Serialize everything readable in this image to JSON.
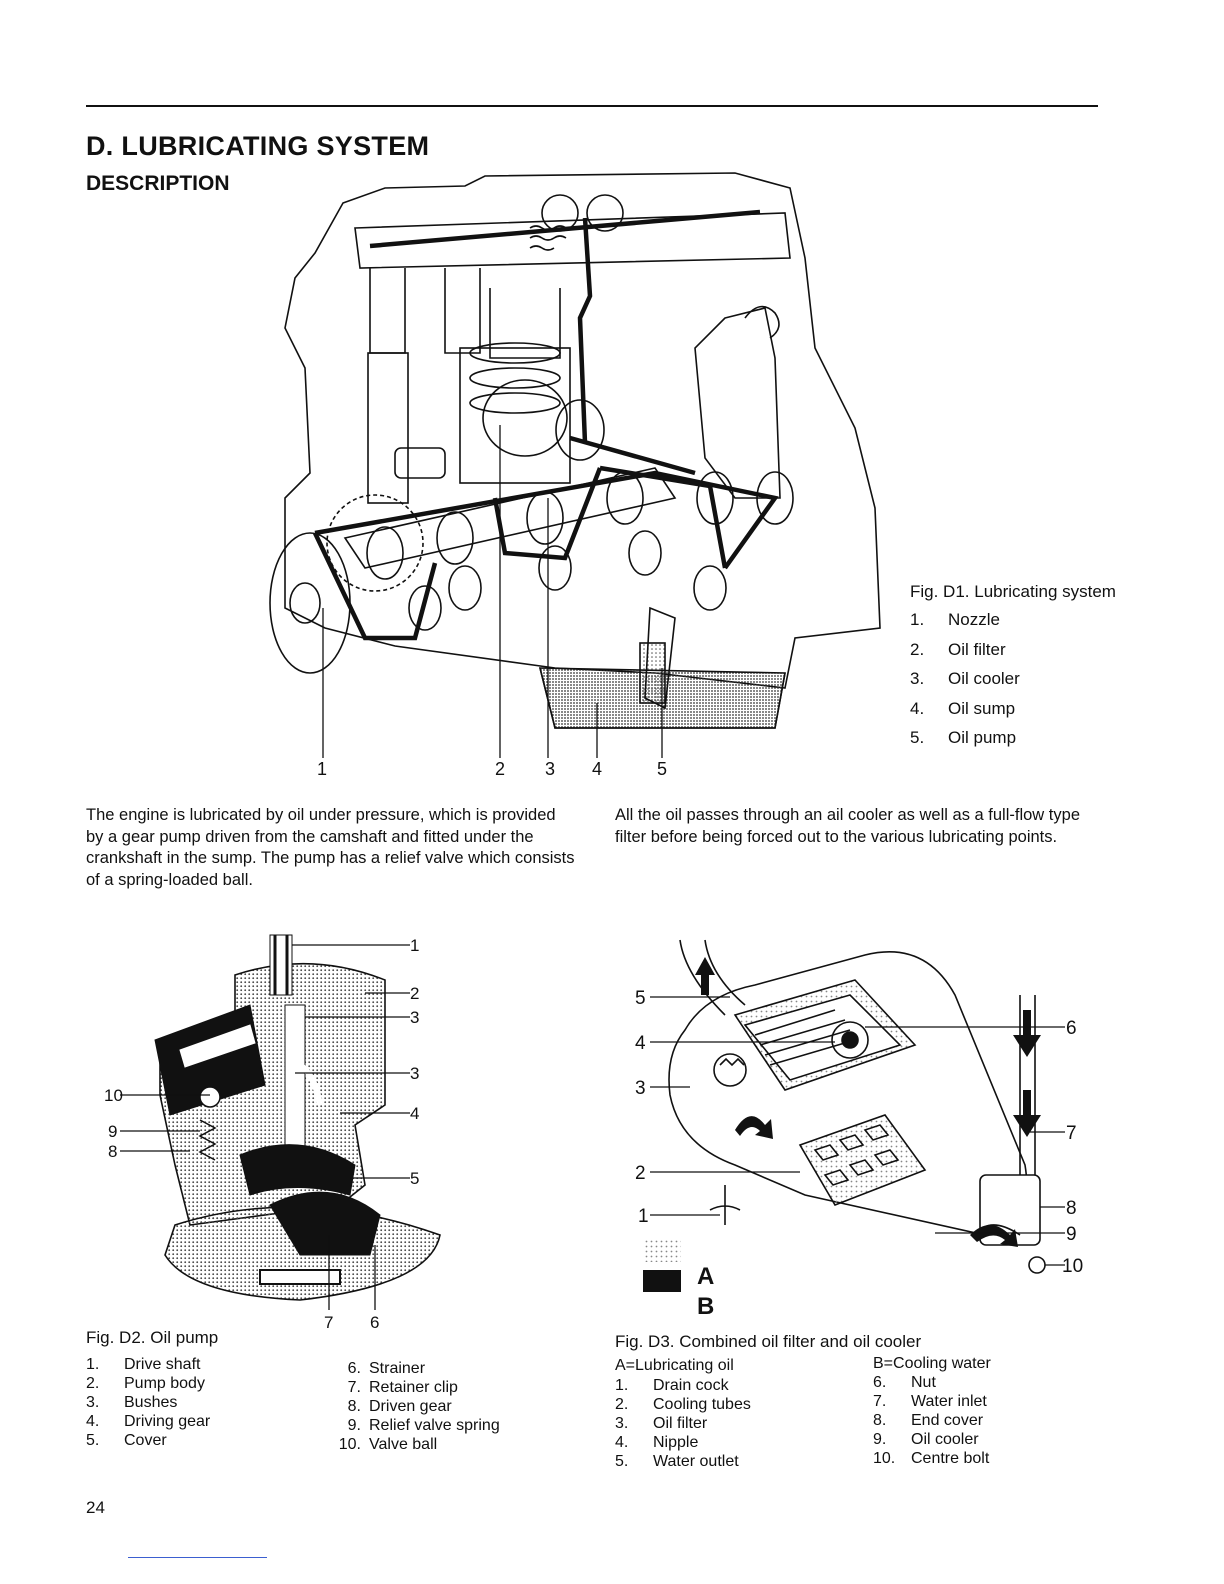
{
  "header": {
    "title": "D. LUBRICATING SYSTEM",
    "subtitle": "DESCRIPTION"
  },
  "fig_d1": {
    "caption": "Fig. D1. Lubricating system",
    "legend": [
      {
        "n": "1.",
        "text": "Nozzle"
      },
      {
        "n": "2.",
        "text": "Oil filter"
      },
      {
        "n": "3.",
        "text": "Oil cooler"
      },
      {
        "n": "4.",
        "text": "Oil sump"
      },
      {
        "n": "5.",
        "text": "Oil pump"
      }
    ],
    "callouts": [
      "1",
      "2",
      "3",
      "4",
      "5"
    ]
  },
  "body": {
    "para_left": "The engine is lubricated by oil under pressure, which is provided by a gear pump driven from the camshaft and fitted under the crankshaft in the sump. The pump has a relief valve which consists of a spring-loaded ball.",
    "para_right": "All the oil passes through an ail cooler as well as a full-flow type filter before being forced out to the various lubricating points."
  },
  "fig_d2": {
    "caption": "Fig. D2. Oil pump",
    "legend_left": [
      {
        "n": "1.",
        "text": "Drive shaft"
      },
      {
        "n": "2.",
        "text": "Pump body"
      },
      {
        "n": "3.",
        "text": "Bushes"
      },
      {
        "n": "4.",
        "text": "Driving gear"
      },
      {
        "n": "5.",
        "text": "Cover"
      }
    ],
    "legend_right": [
      {
        "n": "6.",
        "text": "Strainer"
      },
      {
        "n": "7.",
        "text": "Retainer clip"
      },
      {
        "n": "8.",
        "text": "Driven gear"
      },
      {
        "n": "9.",
        "text": "Relief valve spring"
      },
      {
        "n": "10.",
        "text": "Valve ball"
      }
    ],
    "callouts": [
      "1",
      "2",
      "3",
      "3",
      "4",
      "5",
      "10",
      "9",
      "8",
      "7",
      "6"
    ]
  },
  "fig_d3": {
    "caption": "Fig. D3. Combined oil filter and oil cooler",
    "key_a": "A=Lubricating oil",
    "key_b": "B=Cooling water",
    "legend_left": [
      {
        "n": "1.",
        "text": "Drain cock"
      },
      {
        "n": "2.",
        "text": "Cooling tubes"
      },
      {
        "n": "3.",
        "text": "Oil filter"
      },
      {
        "n": "4.",
        "text": "Nipple"
      },
      {
        "n": "5.",
        "text": "Water outlet"
      }
    ],
    "legend_right": [
      {
        "n": "6.",
        "text": "Nut"
      },
      {
        "n": "7.",
        "text": "Water inlet"
      },
      {
        "n": "8.",
        "text": "End cover"
      },
      {
        "n": "9.",
        "text": "Oil cooler"
      },
      {
        "n": "10.",
        "text": "Centre bolt"
      }
    ],
    "swatch_a": "A",
    "swatch_b": "B",
    "callouts": [
      "5",
      "4",
      "3",
      "2",
      "1",
      "6",
      "7",
      "8",
      "9",
      "10"
    ]
  },
  "footer": {
    "page_number": "24"
  },
  "colors": {
    "ink": "#111111",
    "paper": "#ffffff",
    "link": "#3b5fd0"
  }
}
